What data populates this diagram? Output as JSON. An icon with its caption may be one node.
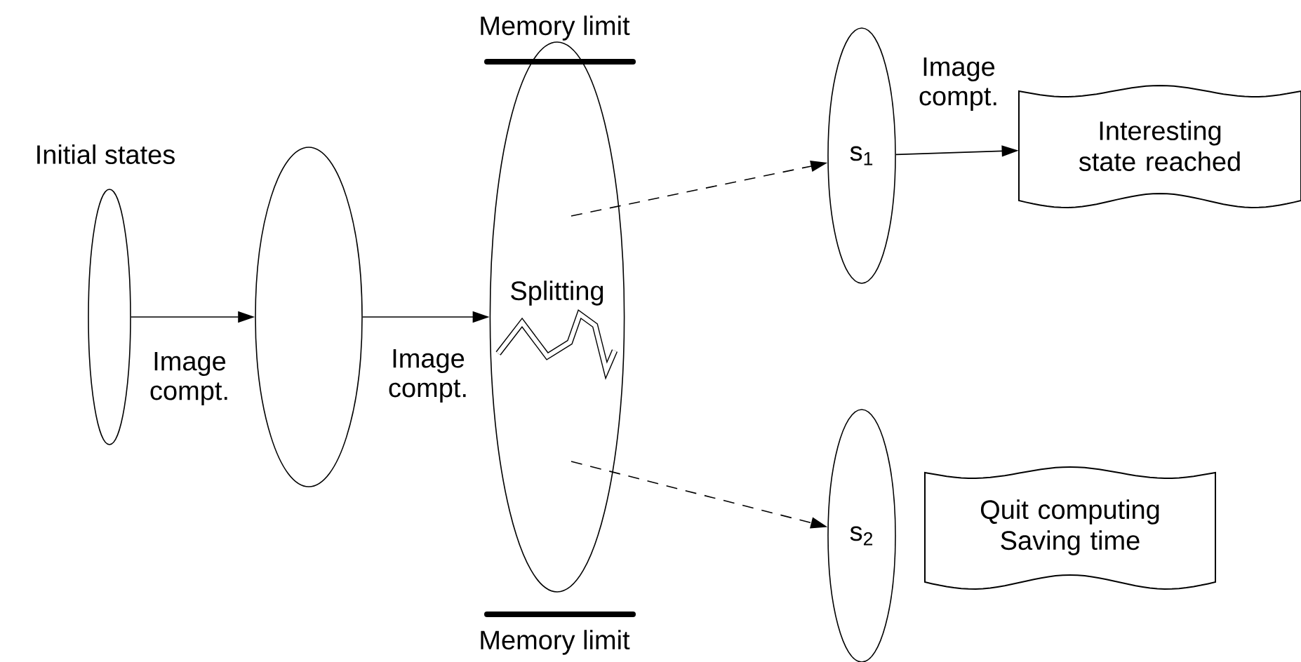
{
  "diagram": {
    "nodes": [
      {
        "text": [],
        "shape": "circle",
        "beside": [
          "Initial states"
        ]
      },
      {
        "text": [],
        "shape": "circle"
      },
      {
        "text": [
          "Splitting"
        ]
      },
      {
        "text": [
          "s$_{1}$"
        ]
      },
      {
        "text": [
          "s$_{2}$"
        ]
      },
      {
        "text": [
          "Interesting state reached"
        ]
      },
      {
        "text": [
          "Quit computing",
          "Saving time"
        ]
      }
    ],
    "edges": [
      {
        "from": 0,
        "to": 1,
        "arrow": "to",
        "label": "Image compt."
      },
      {
        "from": 1,
        "to": 2,
        "arrow": "to",
        "label": "Image compt."
      },
      {
        "from": 2,
        "to": 3,
        "arrow": "to",
        "style": "dashed"
      },
      {
        "from": 2,
        "to": 4,
        "arrow": "to",
        "style": "dashed"
      },
      {
        "from": 3,
        "to": 5,
        "arrow": "to",
        "label": "Image compt."
      }
    ],
    "labels": [
      "Memory limit",
      "Memory limit"
    ]
  }
}
